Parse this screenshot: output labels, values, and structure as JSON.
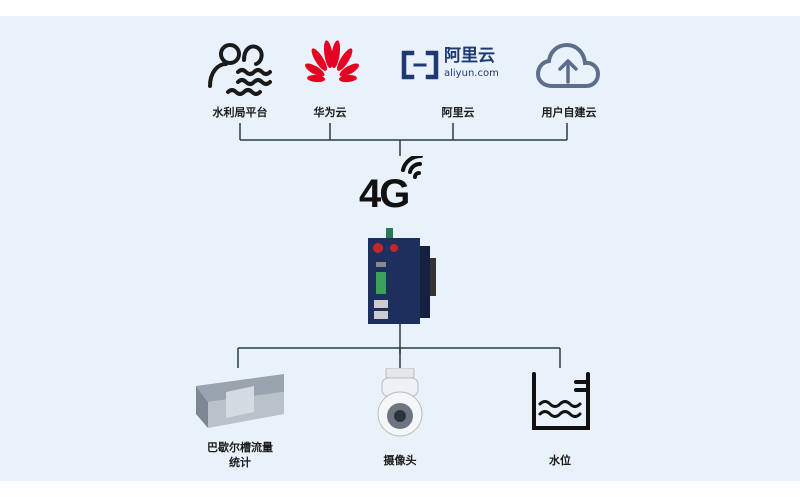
{
  "top_platforms": [
    {
      "label": "水利局平台",
      "icon": "water-bureau-icon"
    },
    {
      "label": "华为云",
      "icon": "huawei-logo-icon"
    },
    {
      "label": "阿里云",
      "icon": "aliyun-logo-icon",
      "logo_text": "阿里云",
      "logo_sub": "aliyun.com"
    },
    {
      "label": "用户自建云",
      "icon": "cloud-upload-icon"
    }
  ],
  "network": {
    "label": "4G",
    "icon": "signal-icon"
  },
  "device": {
    "icon": "gateway-device-icon"
  },
  "bottom_devices": [
    {
      "label_line1": "巴歇尔槽流量",
      "label_line2": "统计",
      "icon": "parshall-flume-icon"
    },
    {
      "label_line1": "摄像头",
      "label_line2": "",
      "icon": "dome-camera-icon"
    },
    {
      "label_line1": "水位",
      "label_line2": "",
      "icon": "water-level-icon"
    }
  ],
  "colors": {
    "background": "#e9f2fa",
    "line": "#2b3a4a",
    "huawei": "#e60022",
    "aliyun": "#1f3a72",
    "device": "#1d2f5c"
  }
}
